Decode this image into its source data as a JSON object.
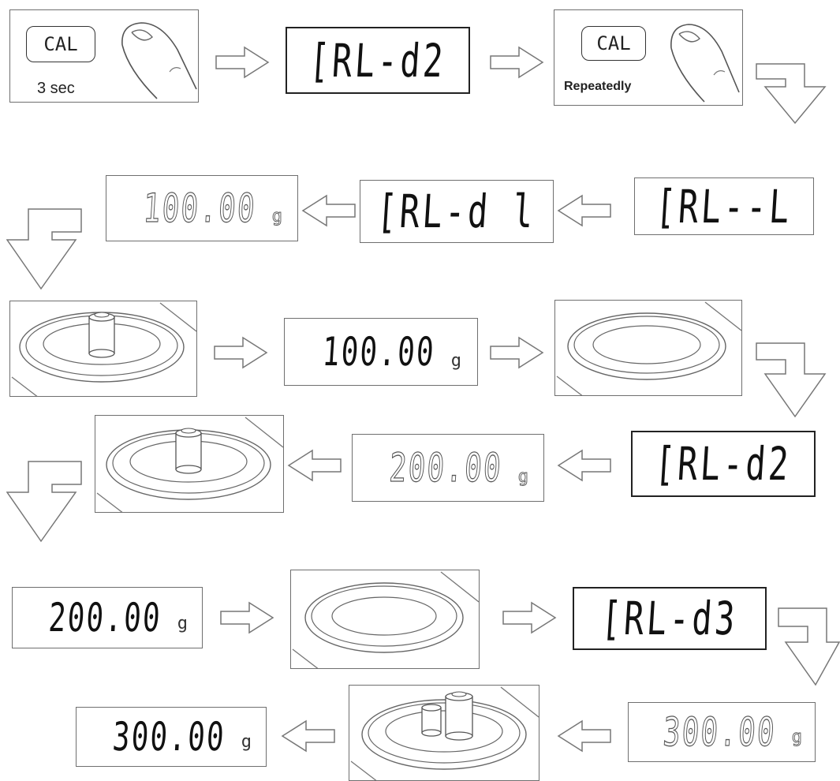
{
  "step1": {
    "key": "CAL",
    "caption": "3 sec"
  },
  "display_cal_d2_a": {
    "text": "[RL-d2"
  },
  "step3": {
    "key": "CAL",
    "caption": "Repeatedly"
  },
  "display_cal_l": {
    "text": "[RL--L"
  },
  "display_cal_d1": {
    "text": "[RL-d l"
  },
  "display_100_blink": {
    "value": "100.00",
    "unit": "g"
  },
  "display_100_stable": {
    "value": "100.00",
    "unit": "g"
  },
  "display_cal_d2_b": {
    "text": "[RL-d2"
  },
  "display_200_blink": {
    "value": "200.00",
    "unit": "g"
  },
  "display_200_stable": {
    "value": "200.00",
    "unit": "g"
  },
  "display_cal_d3": {
    "text": "[RL-d3"
  },
  "display_300_blink": {
    "value": "300.00",
    "unit": "g"
  },
  "display_300_stable": {
    "value": "300.00",
    "unit": "g"
  }
}
